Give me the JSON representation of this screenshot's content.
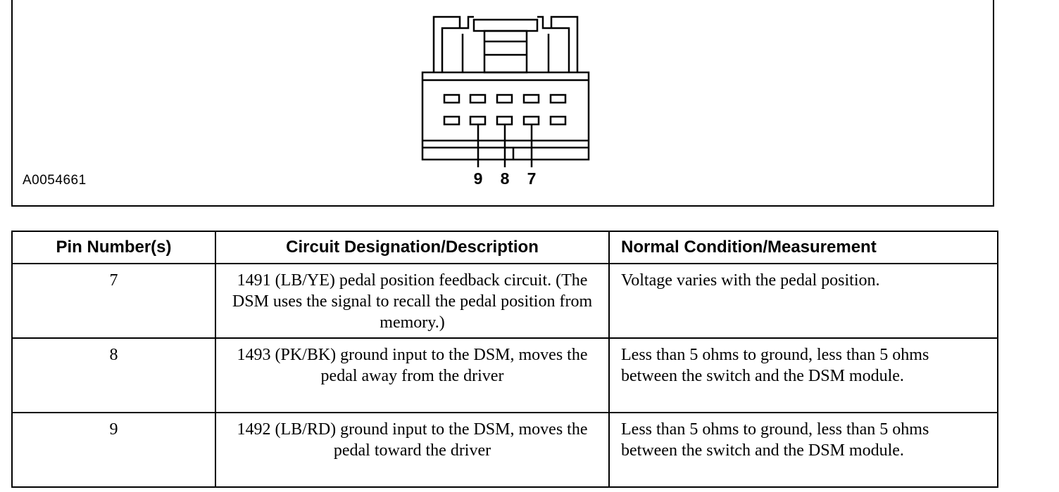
{
  "figure": {
    "id": "A0054661",
    "pin_labels": [
      "9",
      "8",
      "7"
    ]
  },
  "table": {
    "headers": [
      "Pin Number(s)",
      "Circuit Designation/Description",
      "Normal Condition/Measurement"
    ],
    "rows": [
      {
        "pin": "7",
        "circuit": "1491 (LB/YE) pedal position feedback circuit. (The DSM uses the signal to recall the pedal position from memory.)",
        "condition": "Voltage varies with the pedal position."
      },
      {
        "pin": "8",
        "circuit": "1493 (PK/BK) ground input to the DSM, moves the pedal away from the driver",
        "condition": "Less than 5 ohms to ground, less than 5 ohms between the switch and the DSM module."
      },
      {
        "pin": "9",
        "circuit": "1492 (LB/RD) ground input to the DSM, moves the pedal toward the driver",
        "condition": "Less than 5 ohms to ground, less than 5 ohms between the switch and the DSM module."
      }
    ]
  }
}
